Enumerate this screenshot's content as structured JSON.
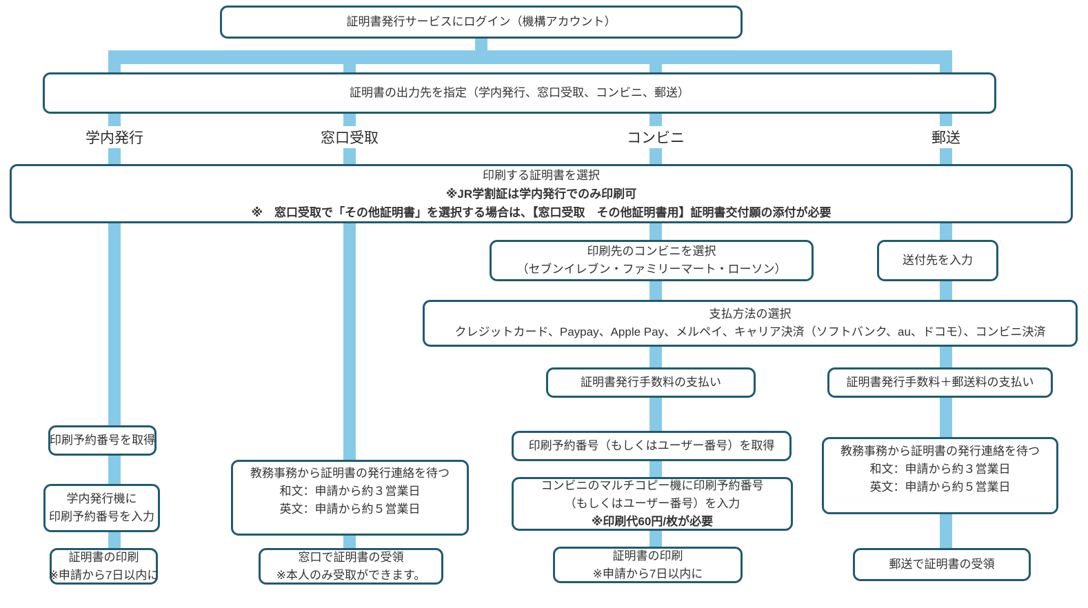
{
  "colors": {
    "box_border": "#1f5b70",
    "connector": "#87cae8",
    "text": "#333333",
    "background": "#ffffff"
  },
  "branch_labels": {
    "campus": "学内発行",
    "window": "窓口受取",
    "conbini": "コンビニ",
    "mail": "郵送"
  },
  "nodes": {
    "login": {
      "lines": [
        "証明書発行サービスにログイン（機構アカウント）"
      ]
    },
    "output_select": {
      "lines": [
        "証明書の出力先を指定（学内発行、窓口受取、コンビニ、郵送）"
      ]
    },
    "select_certificate": {
      "lines": [
        "印刷する証明書を選択",
        "※JR学割証は学内発行でのみ印刷可",
        "※　窓口受取で「その他証明書」を選択する場合は、【窓口受取　その他証明書用】証明書交付願の添付が必要"
      ]
    },
    "choose_conbini": {
      "lines": [
        "印刷先のコンビニを選択",
        "（セブンイレブン・ファミリーマート・ローソン）"
      ]
    },
    "enter_address": {
      "lines": [
        "送付先を入力"
      ]
    },
    "payment_method": {
      "lines": [
        "支払方法の選択",
        "クレジットカード、Paypay、Apple Pay、メルペイ、キャリア決済（ソフトバンク、au、ドコモ）、コンビニ決済"
      ]
    },
    "pay_fee_conbini": {
      "lines": [
        "証明書発行手数料の支払い"
      ]
    },
    "pay_fee_mail": {
      "lines": [
        "証明書発行手数料＋郵送料の支払い"
      ]
    },
    "get_number_campus": {
      "lines": [
        "印刷予約番号を取得"
      ]
    },
    "enter_number_campus": {
      "lines": [
        "学内発行機に",
        "印刷予約番号を入力"
      ]
    },
    "wait_issue_window": {
      "lines": [
        "教務事務から証明書の発行連絡を待つ",
        "和文：申請から約３営業日",
        "英文：申請から約５営業日"
      ]
    },
    "get_number_conbini": {
      "lines": [
        "印刷予約番号（もしくはユーザー番号）を取得"
      ]
    },
    "enter_number_conbini": {
      "lines": [
        "コンビニのマルチコピー機に印刷予約番号",
        "（もしくはユーザー番号）を入力",
        "※印刷代60円/枚が必要"
      ]
    },
    "wait_issue_mail": {
      "lines": [
        "教務事務から証明書の発行連絡を待つ",
        "和文：申請から約３営業日",
        "英文：申請から約５営業日"
      ]
    },
    "print_campus": {
      "lines": [
        "証明書の印刷",
        "※申請から7日以内に"
      ]
    },
    "receive_window": {
      "lines": [
        "窓口で証明書の受領",
        "※本人のみ受取ができます。"
      ]
    },
    "print_conbini": {
      "lines": [
        "証明書の印刷",
        "※申請から7日以内に"
      ]
    },
    "receive_mail": {
      "lines": [
        "郵送で証明書の受領"
      ]
    }
  }
}
